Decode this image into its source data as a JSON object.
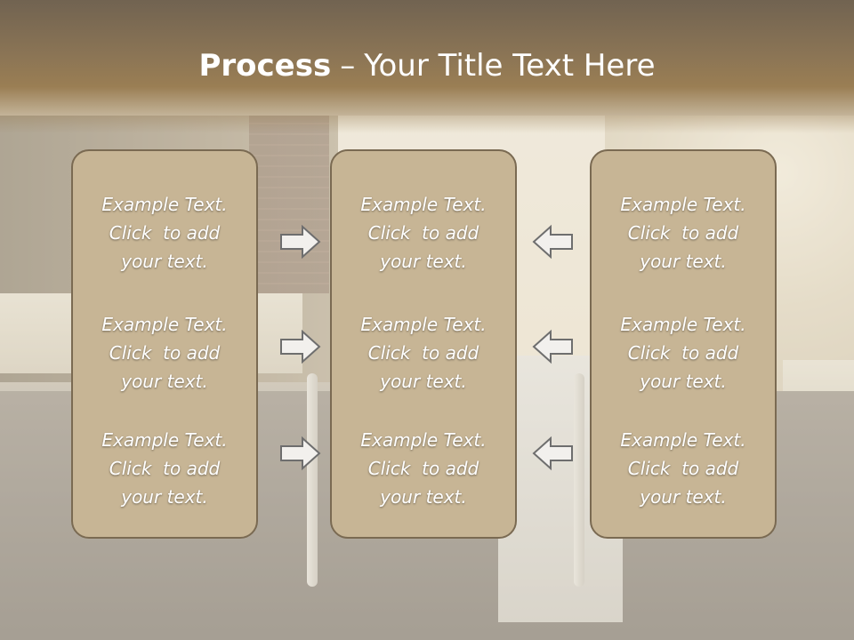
{
  "slide": {
    "title_bold": "Process",
    "title_sep": "–",
    "title_rest": "Your Title Text Here"
  },
  "panels": [
    {
      "items": [
        {
          "line1": "Example Text.",
          "line2": "Click  to add",
          "line3": "your text."
        },
        {
          "line1": "Example Text.",
          "line2": "Click  to add",
          "line3": "your text."
        },
        {
          "line1": "Example Text.",
          "line2": "Click  to add",
          "line3": "your text."
        }
      ]
    },
    {
      "items": [
        {
          "line1": "Example Text.",
          "line2": "Click  to add",
          "line3": "your text."
        },
        {
          "line1": "Example Text.",
          "line2": "Click  to add",
          "line3": "your text."
        },
        {
          "line1": "Example Text.",
          "line2": "Click  to add",
          "line3": "your text."
        }
      ]
    },
    {
      "items": [
        {
          "line1": "Example Text.",
          "line2": "Click  to add",
          "line3": "your text."
        },
        {
          "line1": "Example Text.",
          "line2": "Click  to add",
          "line3": "your text."
        },
        {
          "line1": "Example Text.",
          "line2": "Click  to add",
          "line3": "your text."
        }
      ]
    }
  ],
  "arrows": {
    "left_group_direction": "right",
    "right_group_direction": "left",
    "icon_right": "arrow-right-icon",
    "icon_left": "arrow-left-icon"
  },
  "colors": {
    "panel_fill": "#c7b595",
    "panel_border": "#7a6a52",
    "title_band": "#8a7455",
    "text": "#ffffff"
  }
}
